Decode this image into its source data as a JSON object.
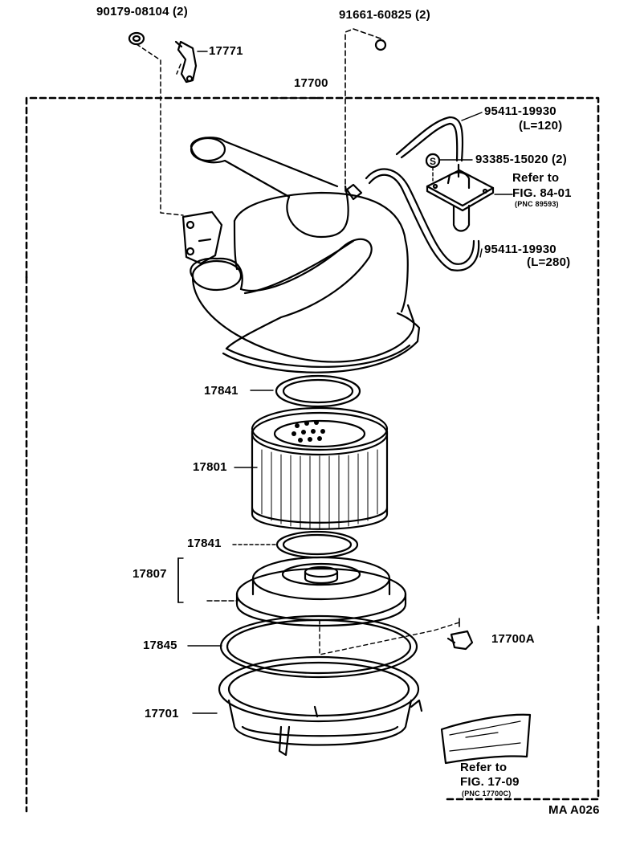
{
  "labels": {
    "p90179": "90179-08104 (2)",
    "p17771": "17771",
    "p91661": "91661-60825 (2)",
    "p17700": "17700",
    "p95411a": "95411-19930",
    "p95411a_len": "(L=120)",
    "p93385": "93385-15020 (2)",
    "refer1": "Refer to",
    "fig84": "FIG. 84-01",
    "pnc89593": "(PNC 89593)",
    "p95411b": "95411-19930",
    "p95411b_len": "(L=280)",
    "p17841a": "17841",
    "p17801": "17801",
    "p17841b": "17841",
    "p17807": "17807",
    "p17845": "17845",
    "p17700a": "17700A",
    "p17701": "17701",
    "refer2": "Refer to",
    "fig17": "FIG. 17-09",
    "pnc17700c": "(PNC 17700C)",
    "code": "MA A026"
  },
  "callout_letter": "S"
}
